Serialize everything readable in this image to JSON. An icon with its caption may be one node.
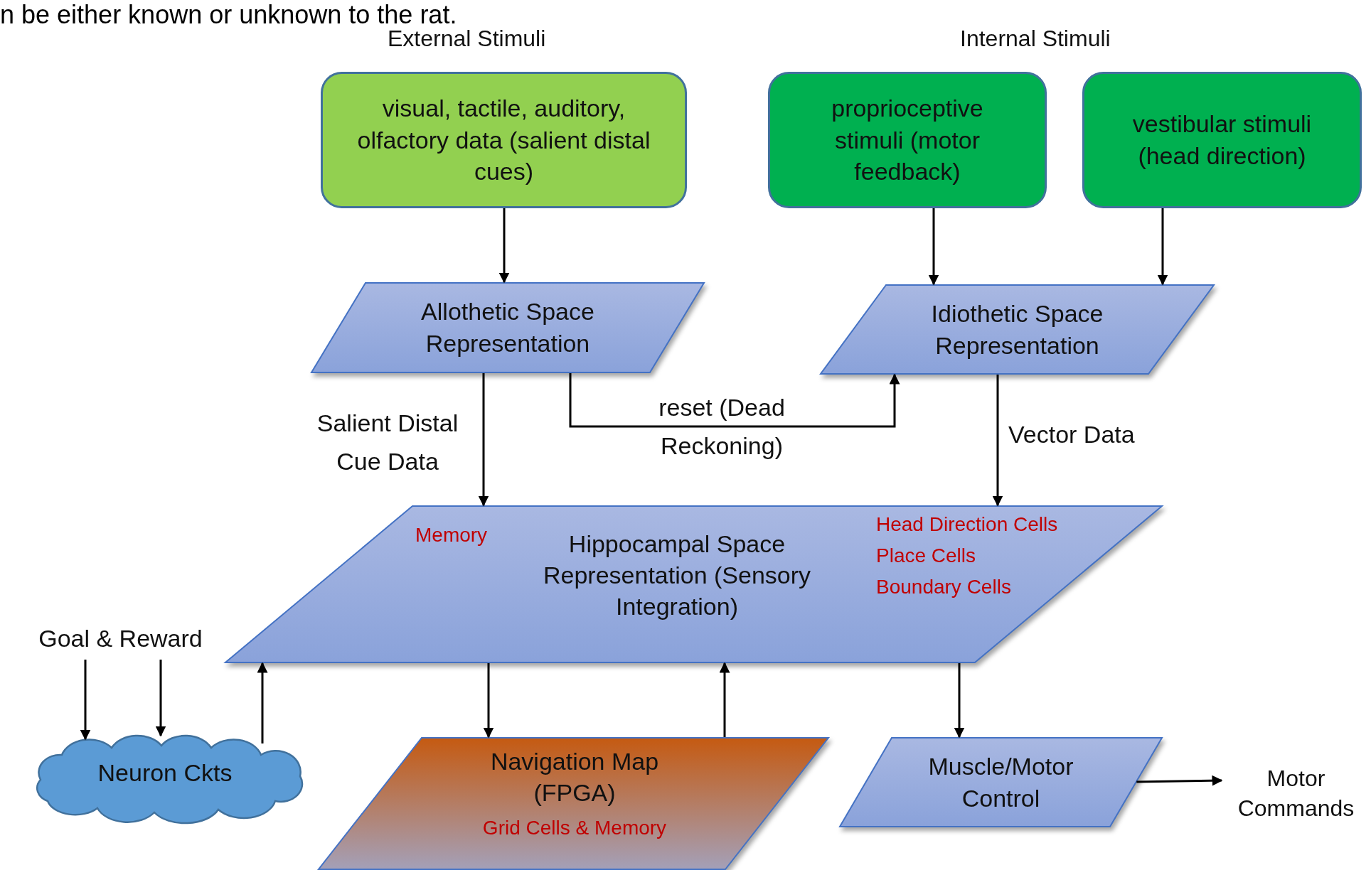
{
  "diagram": {
    "nodes": [
      {
        "text": [
          "visual, tactile, auditory, olfactory data (salient distal cues)"
        ]
      },
      {
        "text": [
          "proprioceptive stimuli (motor feedback)"
        ]
      },
      {
        "text": [
          "vestibular stimuli (head direction)"
        ]
      },
      {
        "text": [
          "Allothetic Space Representation"
        ]
      },
      {
        "text": [
          "Idiothetic Space Representation"
        ]
      },
      {
        "text": [
          "Memory",
          "Hippocampal Space Representation (Sensory Integration)",
          "Head Direction Cells",
          "Place Cells",
          "Boundary Cells"
        ]
      },
      {
        "text": [
          "Goal & Reward"
        ]
      },
      {
        "text": [
          "Neuron Ckts"
        ]
      },
      {
        "text": [
          "Navigation Map (FPGA)",
          "Grid Cells & Memory"
        ]
      },
      {
        "text": [
          "Muscle/Motor Control"
        ]
      },
      {
        "text": [
          "Motor Commands"
        ]
      }
    ],
    "edges": [
      {
        "from": 0,
        "to": 3,
        "arrow": "to"
      },
      {
        "from": 1,
        "to": 4,
        "arrow": "to"
      },
      {
        "from": 2,
        "to": 4,
        "arrow": "to"
      },
      {
        "from": 3,
        "to": 5,
        "arrow": "to",
        "label": "Salient Distal Cue Data"
      },
      {
        "from": 3,
        "to": 4,
        "arrow": "to",
        "label": "reset (Dead Reckoning)"
      },
      {
        "from": 4,
        "to": 5,
        "arrow": "to",
        "label": "Vector Data"
      },
      {
        "from": 6,
        "to": 7,
        "arrow": "to"
      },
      {
        "from": 6,
        "to": 7,
        "arrow": "to"
      },
      {
        "from": 7,
        "to": 5,
        "arrow": "to"
      },
      {
        "from": 5,
        "to": 8,
        "arrow": "to"
      },
      {
        "from": 8,
        "to": 5,
        "arrow": "to"
      },
      {
        "from": 5,
        "to": 9,
        "arrow": "to"
      },
      {
        "from": 9,
        "to": 10,
        "arrow": "to"
      }
    ],
    "labels": [
      "n be either known or unknown to the rat.",
      "External Stimuli",
      "Internal Stimuli"
    ]
  }
}
